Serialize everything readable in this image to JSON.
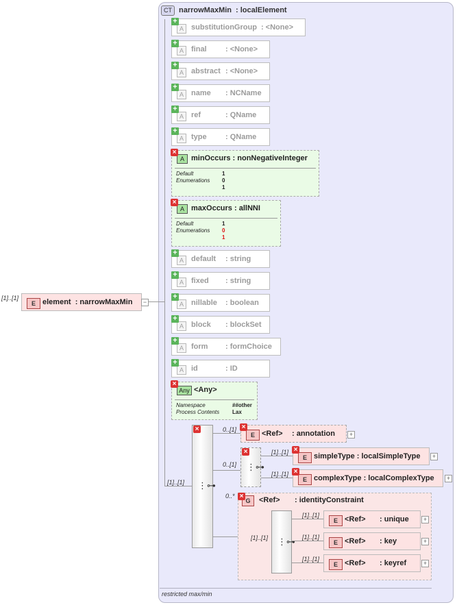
{
  "complex_type": {
    "badge": "CT",
    "title": "narrowMaxMin",
    "type": ": localElement",
    "footer": "restricted max/min"
  },
  "root_element": {
    "cardinality": "[1]..[1]",
    "badge": "E",
    "name": "element",
    "type": ": narrowMaxMin"
  },
  "attributes_top": [
    {
      "name": "substitutionGroup",
      "type": ": <None>",
      "icon": "A"
    },
    {
      "name": "final",
      "type": ": <None>",
      "icon": "A"
    },
    {
      "name": "abstract",
      "type": ": <None>",
      "icon": "A"
    },
    {
      "name": "name",
      "type": ": NCName",
      "icon": "A"
    },
    {
      "name": "ref",
      "type": ": QName",
      "icon": "A"
    },
    {
      "name": "type",
      "type": ": QName",
      "icon": "A"
    }
  ],
  "min_occurs": {
    "name": "minOccurs",
    "type": ": nonNegativeInteger",
    "icon": "A",
    "default_label": "Default",
    "default_value": "1",
    "enum_label": "Enumerations",
    "enum_values": [
      "0",
      "1"
    ]
  },
  "max_occurs": {
    "name": "maxOccurs",
    "type": ": allNNI",
    "icon": "A",
    "default_label": "Default",
    "default_value": "1",
    "enum_label": "Enumerations",
    "enum_values": [
      "0",
      "1"
    ]
  },
  "attributes_bottom": [
    {
      "name": "default",
      "type": ": string",
      "icon": "A"
    },
    {
      "name": "fixed",
      "type": ": string",
      "icon": "A"
    },
    {
      "name": "nillable",
      "type": ": boolean",
      "icon": "A"
    },
    {
      "name": "block",
      "type": ": blockSet",
      "icon": "A"
    },
    {
      "name": "form",
      "type": ": formChoice",
      "icon": "A"
    },
    {
      "name": "id",
      "type": ": ID",
      "icon": "A"
    }
  ],
  "any_attr": {
    "icon": "Any",
    "title": "<Any>",
    "ns_label": "Namespace",
    "ns_value": "##other",
    "pc_label": "Process Contents",
    "pc_value": "Lax"
  },
  "sequence": {
    "cardinality": "[1]..[1]",
    "annotation": {
      "cardinality": "0..[1]",
      "badge": "E",
      "name": "<Ref>",
      "type": ": annotation"
    },
    "choice": {
      "cardinality": "0..[1]",
      "items": [
        {
          "cardinality": "[1]..[1]",
          "badge": "E",
          "name": "simpleType",
          "type": ": localSimpleType"
        },
        {
          "cardinality": "[1]..[1]",
          "badge": "E",
          "name": "complexType",
          "type": ": localComplexType"
        }
      ]
    },
    "group": {
      "cardinality": "0..*",
      "badge": "G",
      "name": "<Ref>",
      "type": ": identityConstraint",
      "choice_cardinality": "[1]..[1]",
      "items": [
        {
          "cardinality": "[1]..[1]",
          "badge": "E",
          "name": "<Ref>",
          "type": ": unique"
        },
        {
          "cardinality": "[1]..[1]",
          "badge": "E",
          "name": "<Ref>",
          "type": ": key"
        },
        {
          "cardinality": "[1]..[1]",
          "badge": "E",
          "name": "<Ref>",
          "type": ": keyref"
        }
      ]
    }
  }
}
